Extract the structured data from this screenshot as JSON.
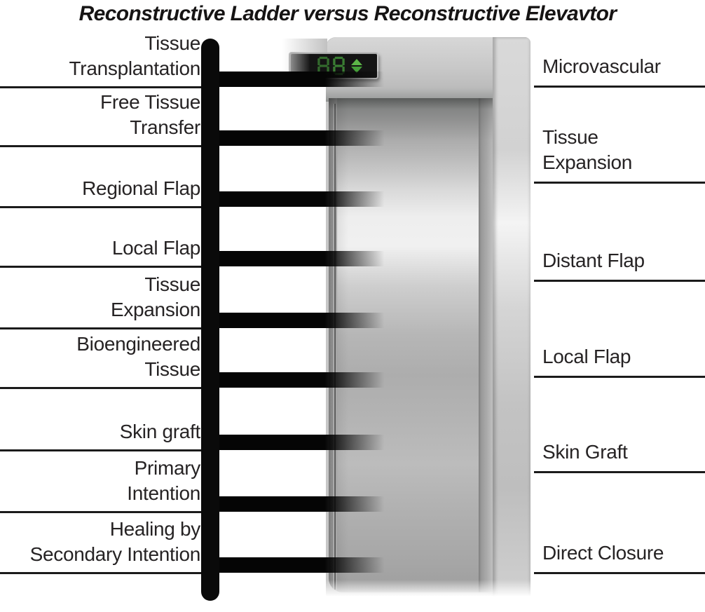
{
  "title": "Reconstructive Ladder versus Reconstructive Elevavtor",
  "ladder_labels": [
    "Tissue\nTransplantation",
    "Free Tissue\nTransfer",
    "Regional Flap",
    "Local Flap",
    "Tissue\nExpansion",
    "Bioengineered\nTissue",
    "Skin graft",
    "Primary\nIntention",
    "Healing by\nSecondary Intention"
  ],
  "elevator_labels": [
    "Microvascular",
    "Tissue\nExpansion",
    "Distant Flap",
    "Local Flap",
    "Skin Graft",
    "Direct Closure"
  ],
  "elevator": {
    "display_value": "88",
    "display_arrows": "up-down"
  },
  "colors": {
    "ladder_black": "#0a0a0a",
    "separator_line": "#1b1b1b",
    "label_text": "#262324",
    "display_background": "#141414",
    "digit_green": "#3a7d33",
    "arrow_up_green": "#5cb548",
    "arrow_down_green": "#459e39"
  }
}
